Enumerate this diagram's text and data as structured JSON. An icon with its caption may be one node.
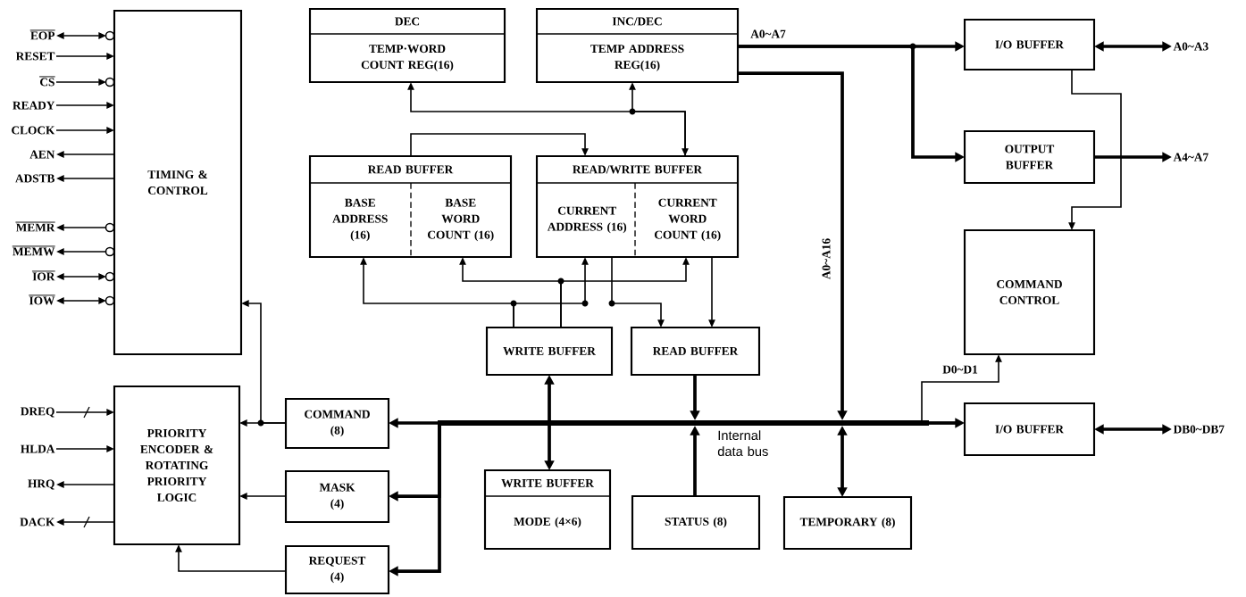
{
  "diagram": {
    "nodes": [
      {
        "text": [
          "TIMING & CONTROL"
        ]
      },
      {
        "text": [
          "EOP"
        ]
      },
      {
        "text": [
          "RESET"
        ]
      },
      {
        "text": [
          "CS"
        ]
      },
      {
        "text": [
          "READY"
        ]
      },
      {
        "text": [
          "CLOCK"
        ]
      },
      {
        "text": [
          "AEN"
        ]
      },
      {
        "text": [
          "ADSTB"
        ]
      },
      {
        "text": [
          "MEMR"
        ]
      },
      {
        "text": [
          "MEMW"
        ]
      },
      {
        "text": [
          "IOR"
        ]
      },
      {
        "text": [
          "IOW"
        ]
      },
      {
        "text": [
          "DEC",
          "TEMP·WORD COUNT REG(16)"
        ]
      },
      {
        "text": [
          "INC/DEC",
          "TEMP ADDRESS REG(16)"
        ]
      },
      {
        "text": [
          "READ BUFFER"
        ]
      },
      {
        "text": [
          "BASE ADDRESS (16)"
        ],
        "in": 14
      },
      {
        "text": [
          "BASE WORD COUNT (16)"
        ],
        "in": 14
      },
      {
        "text": [
          "READ/WRITE BUFFER"
        ]
      },
      {
        "text": [
          "CURRENT ADDRESS (16)"
        ],
        "in": 17
      },
      {
        "text": [
          "CURRENT WORD COUNT (16)"
        ],
        "in": 17
      },
      {
        "text": [
          "WRITE BUFFER"
        ]
      },
      {
        "text": [
          "READ BUFFER"
        ]
      },
      {
        "text": [
          "I/O BUFFER"
        ]
      },
      {
        "text": [
          "OUTPUT BUFFER"
        ]
      },
      {
        "text": [
          "COMMAND CONTROL"
        ]
      },
      {
        "text": [
          "I/O BUFFER"
        ]
      },
      {
        "text": [
          "A0~A3"
        ]
      },
      {
        "text": [
          "A4~A7"
        ]
      },
      {
        "text": [
          "DB0~DB7"
        ]
      },
      {
        "text": [
          "PRIORITY ENCODER & ROTATING PRIORITY LOGIC"
        ]
      },
      {
        "text": [
          "DREQ"
        ]
      },
      {
        "text": [
          "HLDA"
        ]
      },
      {
        "text": [
          "HRQ"
        ]
      },
      {
        "text": [
          "DACK"
        ]
      },
      {
        "text": [
          "COMMAND (8)"
        ]
      },
      {
        "text": [
          "MASK (4)"
        ]
      },
      {
        "text": [
          "REQUEST (4)"
        ]
      },
      {
        "text": [
          "WRITE BUFFER",
          "MODE (4×6)"
        ]
      },
      {
        "text": [
          "STATUS (8)"
        ]
      },
      {
        "text": [
          "TEMPORARY (8)"
        ]
      },
      {
        "text": [],
        "shape": "bar",
        "beside": [
          "Internal data bus"
        ]
      }
    ],
    "edges": [
      {
        "from": 1,
        "to": 0,
        "arrow": "both"
      },
      {
        "from": 2,
        "to": 0,
        "arrow": "to"
      },
      {
        "from": 3,
        "to": 0,
        "arrow": "to"
      },
      {
        "from": 4,
        "to": 0,
        "arrow": "to"
      },
      {
        "from": 5,
        "to": 0,
        "arrow": "to"
      },
      {
        "from": 0,
        "to": 6,
        "arrow": "to"
      },
      {
        "from": 0,
        "to": 7,
        "arrow": "to"
      },
      {
        "from": 0,
        "to": 8,
        "arrow": "to"
      },
      {
        "from": 0,
        "to": 9,
        "arrow": "to"
      },
      {
        "from": 10,
        "to": 0,
        "arrow": "both"
      },
      {
        "from": 11,
        "to": 0,
        "arrow": "both"
      },
      {
        "from": 30,
        "to": 29,
        "arrow": "to"
      },
      {
        "from": 31,
        "to": 29,
        "arrow": "to"
      },
      {
        "from": 29,
        "to": 32,
        "arrow": "to"
      },
      {
        "from": 29,
        "to": 33,
        "arrow": "to"
      },
      {
        "from": 34,
        "to": 0,
        "arrow": "to"
      },
      {
        "from": 34,
        "to": 29,
        "arrow": "to"
      },
      {
        "from": 35,
        "to": 29,
        "arrow": "to"
      },
      {
        "from": 36,
        "to": 29,
        "arrow": "to"
      },
      {
        "from": 40,
        "to": 34,
        "arrow": "to",
        "style": "thick"
      },
      {
        "from": 40,
        "to": 35,
        "arrow": "to",
        "style": "thick"
      },
      {
        "from": 40,
        "to": 36,
        "arrow": "to",
        "style": "thick"
      },
      {
        "from": 20,
        "to": 37,
        "arrow": "both",
        "style": "thick"
      },
      {
        "from": 21,
        "to": 40,
        "arrow": "to",
        "style": "thick"
      },
      {
        "from": 38,
        "to": 40,
        "arrow": "to",
        "style": "thick"
      },
      {
        "from": 13,
        "to": 40,
        "arrow": "to",
        "label": "A0~A16",
        "style": "thick"
      },
      {
        "from": 40,
        "to": 39,
        "arrow": "both",
        "style": "thick"
      },
      {
        "from": 40,
        "to": 25,
        "arrow": "to",
        "style": "thick"
      },
      {
        "from": 40,
        "to": 24,
        "arrow": "to",
        "label": "D0~D1"
      },
      {
        "from": 13,
        "to": 22,
        "arrow": "to",
        "label": "A0~A7",
        "style": "thick"
      },
      {
        "from": 13,
        "to": 23,
        "arrow": "to",
        "style": "thick"
      },
      {
        "from": 22,
        "to": 26,
        "arrow": "both",
        "style": "thick"
      },
      {
        "from": 23,
        "to": 27,
        "arrow": "to",
        "style": "thick"
      },
      {
        "from": 25,
        "to": 28,
        "arrow": "both",
        "style": "thick"
      },
      {
        "from": 22,
        "to": 24,
        "arrow": "to"
      },
      {
        "from": 17,
        "to": 12,
        "arrow": "to"
      },
      {
        "from": 17,
        "to": 13,
        "arrow": "both"
      },
      {
        "from": 14,
        "to": 17,
        "arrow": "to"
      },
      {
        "from": 20,
        "to": 15,
        "arrow": "to"
      },
      {
        "from": 20,
        "to": 16,
        "arrow": "to"
      },
      {
        "from": 20,
        "to": 18,
        "arrow": "to"
      },
      {
        "from": 20,
        "to": 19,
        "arrow": "to"
      },
      {
        "from": 18,
        "to": 21,
        "arrow": "to"
      },
      {
        "from": 19,
        "to": 21,
        "arrow": "to"
      }
    ]
  }
}
